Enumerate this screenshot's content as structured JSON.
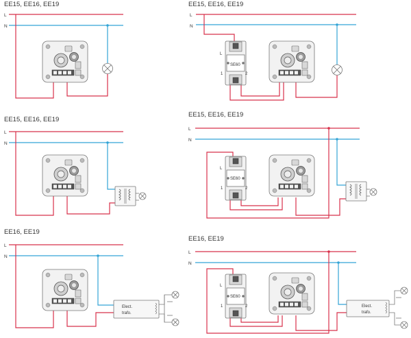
{
  "colors": {
    "live": "#d8304a",
    "neutral": "#33a4d6"
  },
  "panels": [
    {
      "caption": "EE15, EE16, EE19",
      "l_label": "L",
      "n_label": "N"
    },
    {
      "caption": "EE15, EE16, EE19",
      "l_label": "L",
      "n_label": "N",
      "switch": {
        "label": "SE60",
        "t_l": "L",
        "t_1": "1",
        "t_2": "2"
      }
    },
    {
      "caption": "EE15, EE16, EE19",
      "l_label": "L",
      "n_label": "N"
    },
    {
      "caption": "EE15, EE16, EE19",
      "l_label": "L",
      "n_label": "N",
      "switch": {
        "label": "SE60",
        "t_l": "L",
        "t_1": "1",
        "t_2": "2"
      }
    },
    {
      "caption": "EE16, EE19",
      "l_label": "L",
      "n_label": "N",
      "trafo": {
        "line1": "Elect.",
        "line2": "trafo."
      }
    },
    {
      "caption": "EE16, EE19",
      "l_label": "L",
      "n_label": "N",
      "switch": {
        "label": "SE60",
        "t_l": "L",
        "t_1": "1",
        "t_2": "2"
      },
      "trafo": {
        "line1": "Elect.",
        "line2": "trafo."
      }
    }
  ]
}
